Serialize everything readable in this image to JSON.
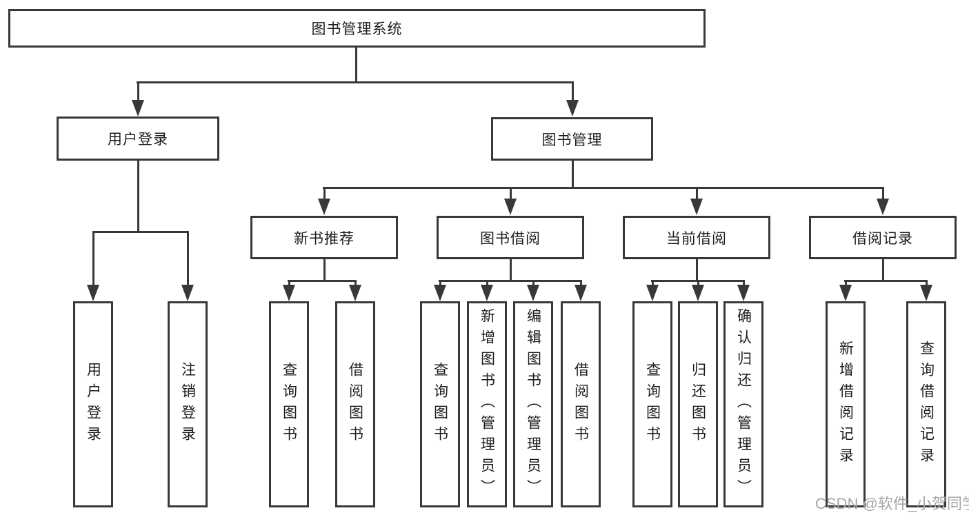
{
  "diagram": {
    "root": {
      "label": "图书管理系统"
    },
    "branches": [
      {
        "label": "用户登录",
        "children": [
          {
            "label": "用户登录"
          },
          {
            "label": "注销登录"
          }
        ]
      },
      {
        "label": "图书管理",
        "groups": [
          {
            "label": "新书推荐",
            "children": [
              {
                "label": "查询图书"
              },
              {
                "label": "借阅图书"
              }
            ]
          },
          {
            "label": "图书借阅",
            "children": [
              {
                "label": "查询图书"
              },
              {
                "label": "新增图书（管理员）"
              },
              {
                "label": "编辑图书（管理员）"
              },
              {
                "label": "借阅图书"
              }
            ]
          },
          {
            "label": "当前借阅",
            "children": [
              {
                "label": "查询图书"
              },
              {
                "label": "归还图书"
              },
              {
                "label": "确认归还（管理员）"
              }
            ]
          },
          {
            "label": "借阅记录",
            "children": [
              {
                "label": "新增借阅记录"
              },
              {
                "label": "查询借阅记录"
              }
            ]
          }
        ]
      }
    ]
  },
  "watermark": {
    "text": "CSDN @软件_小贺同学"
  },
  "colors": {
    "line": "#383838",
    "text": "#1c1c1c",
    "box_fill": "#ffffff",
    "background": "#ffffff",
    "watermark": "#a6a6a6"
  }
}
